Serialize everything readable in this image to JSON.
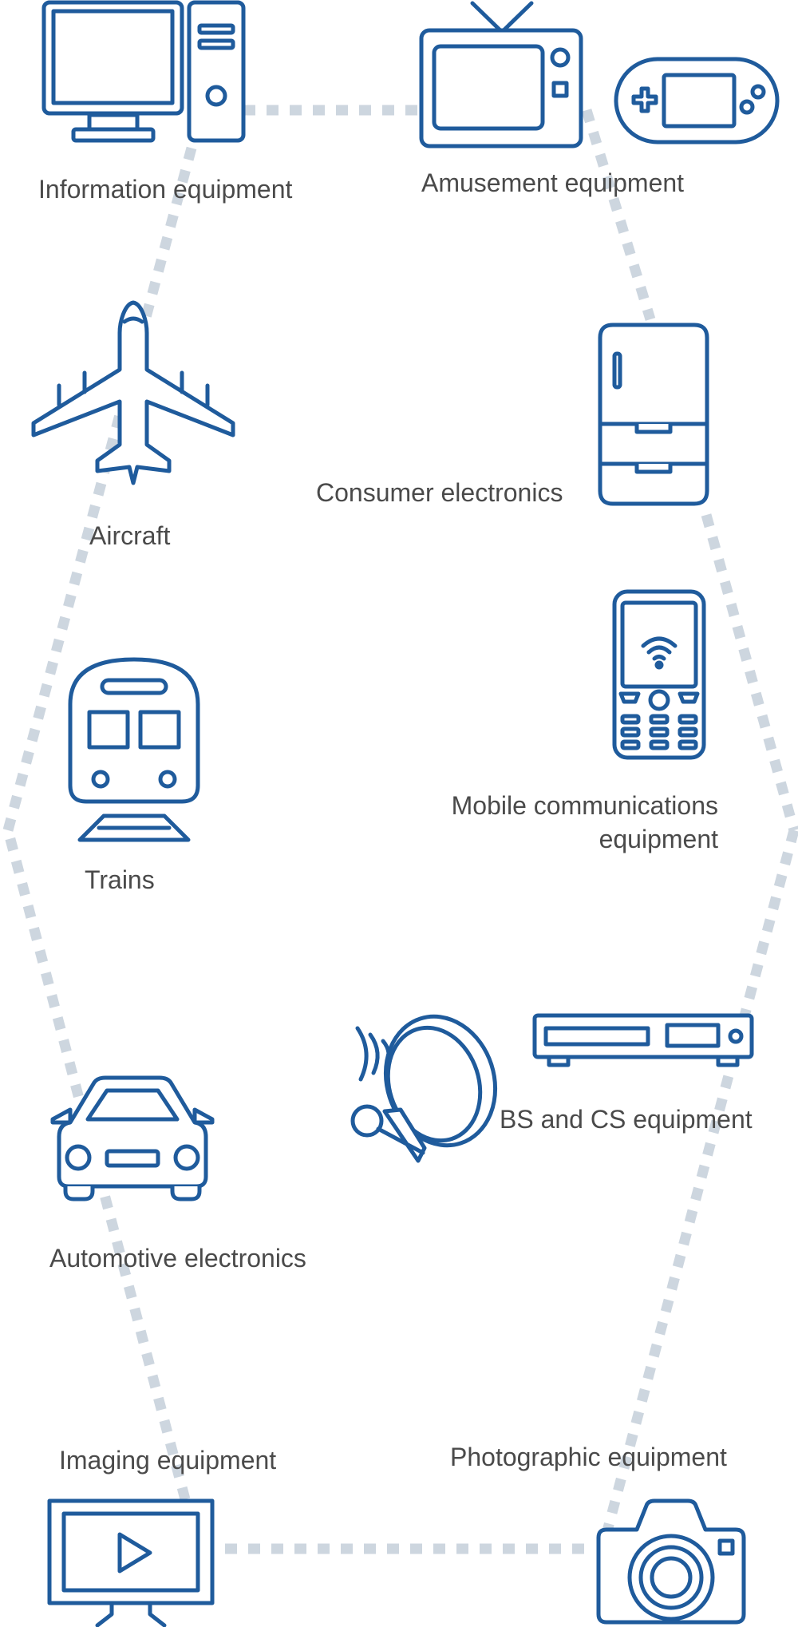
{
  "colors": {
    "icon_stroke": "#1f5b9c",
    "connector": "#cdd6df",
    "label_text": "#4a4a4a",
    "background": "#ffffff"
  },
  "categories": [
    {
      "id": "information",
      "label": "Information equipment",
      "icon": "desktop-computer-icon"
    },
    {
      "id": "amusement",
      "label": "Amusement equipment",
      "icon": "television-and-game-console-icon"
    },
    {
      "id": "aircraft",
      "label": "Aircraft",
      "icon": "airplane-icon"
    },
    {
      "id": "consumer",
      "label": "Consumer electronics",
      "icon": "refrigerator-icon"
    },
    {
      "id": "mobile",
      "label_lines": [
        "Mobile communications",
        "equipment"
      ],
      "icon": "mobile-phone-icon"
    },
    {
      "id": "trains",
      "label": "Trains",
      "icon": "train-icon"
    },
    {
      "id": "bscs",
      "label": "BS and CS equipment",
      "icon": "satellite-dish-and-receiver-icon"
    },
    {
      "id": "automotive",
      "label": "Automotive electronics",
      "icon": "car-icon"
    },
    {
      "id": "imaging",
      "label": "Imaging equipment",
      "icon": "monitor-play-icon"
    },
    {
      "id": "photographic",
      "label": "Photographic equipment",
      "icon": "camera-icon"
    }
  ]
}
